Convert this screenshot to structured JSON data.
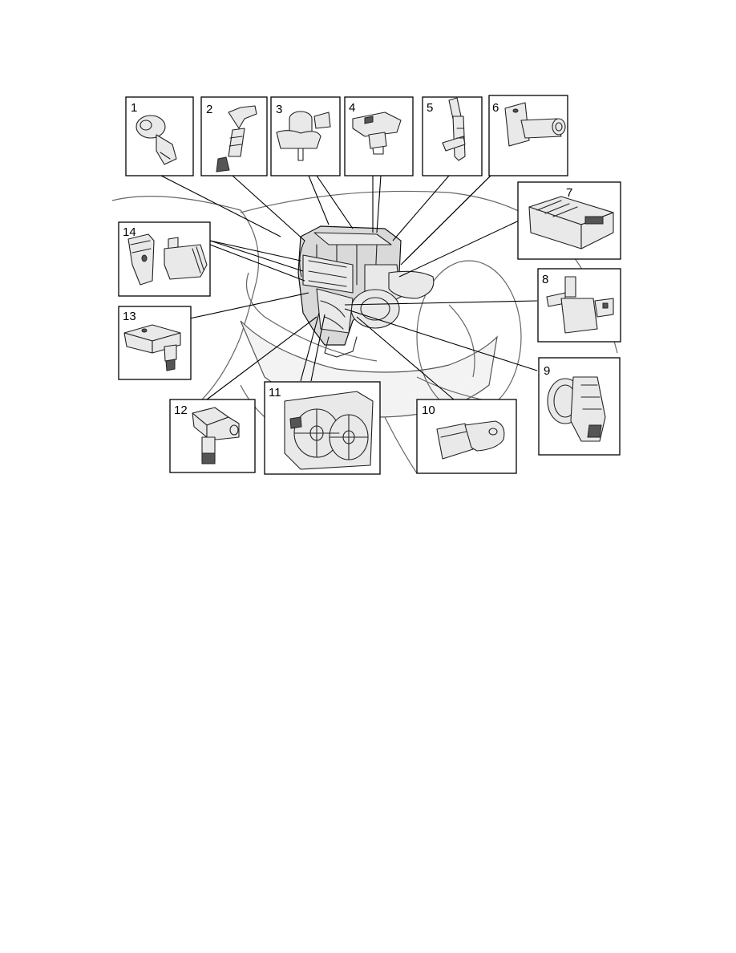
{
  "components": [
    {
      "number": "1",
      "icon": "sensor-part-icon"
    },
    {
      "number": "2",
      "icon": "fuel-injector-icon"
    },
    {
      "number": "3",
      "icon": "valve-solenoid-icon"
    },
    {
      "number": "4",
      "icon": "position-sensor-icon"
    },
    {
      "number": "5",
      "icon": "solenoid-valve-icon"
    },
    {
      "number": "6",
      "icon": "air-mass-meter-icon"
    },
    {
      "number": "7",
      "icon": "control-module-icon"
    },
    {
      "number": "8",
      "icon": "purge-valve-icon"
    },
    {
      "number": "9",
      "icon": "throttle-unit-icon"
    },
    {
      "number": "10",
      "icon": "speed-sensor-icon"
    },
    {
      "number": "11",
      "icon": "cooling-fan-icon"
    },
    {
      "number": "12",
      "icon": "knock-sensor-icon"
    },
    {
      "number": "13",
      "icon": "pressure-sensor-icon"
    },
    {
      "number": "14",
      "icon": "ignition-coil-icon"
    }
  ],
  "colors": {
    "line": "#000000",
    "background": "#ffffff",
    "shading": "#d9d9d9"
  }
}
